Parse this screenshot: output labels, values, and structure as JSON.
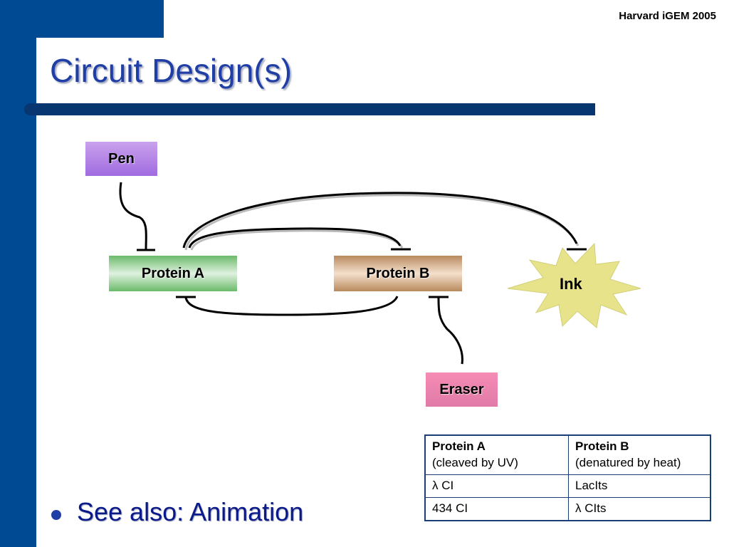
{
  "header": {
    "credit": "Harvard iGEM 2005"
  },
  "slide": {
    "title": "Circuit Design(s)"
  },
  "diagram": {
    "pen": "Pen",
    "protein_a": "Protein A",
    "protein_b": "Protein B",
    "ink": "Ink",
    "eraser": "Eraser"
  },
  "bullet": {
    "text": "See also: Animation"
  },
  "table": {
    "headers": [
      {
        "title": "Protein A",
        "subtitle": "(cleaved by UV)"
      },
      {
        "title": "Protein B",
        "subtitle": "(denatured by heat)"
      }
    ],
    "rows": [
      [
        "λ CI",
        "LacIts"
      ],
      [
        "434 CI",
        "λ CIts"
      ]
    ]
  },
  "colors": {
    "frame_blue": "#004a94",
    "title_blue": "#1f3ea6",
    "pen_purple": "#a06be0",
    "protein_a_green": "#6bba6b",
    "protein_b_brown": "#b88a5e",
    "eraser_pink": "#f58cb6",
    "ink_yellow": "#e6e38a"
  }
}
